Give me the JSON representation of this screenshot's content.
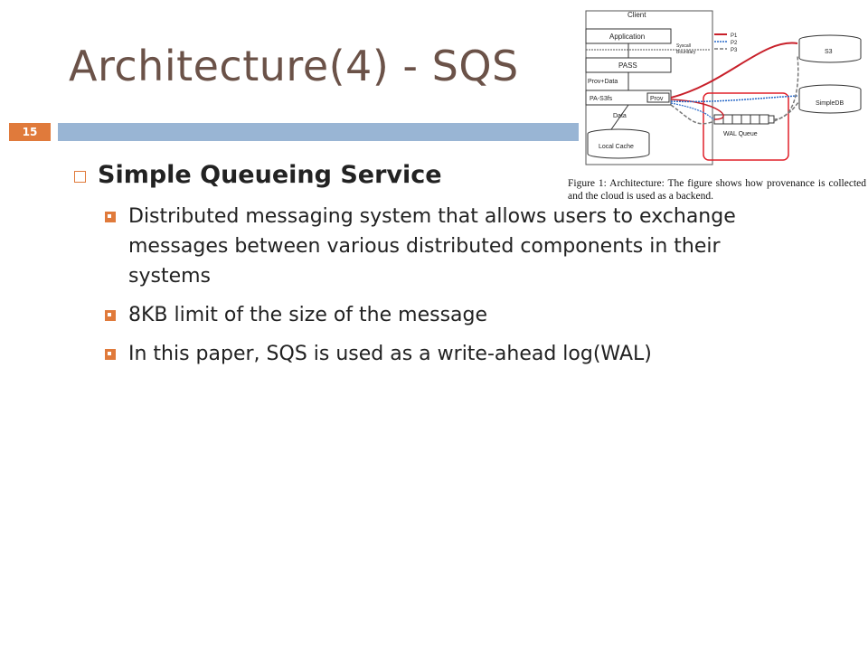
{
  "slide": {
    "title": "Architecture(4) - SQS",
    "number": "15",
    "accent_color": "#e07a3b",
    "bar_color": "#99b5d4",
    "title_color": "#6b5248"
  },
  "content": {
    "heading": "Simple Queueing Service",
    "bullets": [
      "Distributed messaging system that allows users to exchange messages between various distributed components in their systems",
      "8KB limit of the size of the message",
      "In this paper, SQS is used as a write-ahead log(WAL)"
    ]
  },
  "figure": {
    "client_label": "Client",
    "application": "Application",
    "syscall": "Syscall",
    "boundary": "Boundary",
    "pass": "PASS",
    "prov_data": "Prov+Data",
    "pa_s3fs": "PA-S3fs",
    "prov": "Prov",
    "data": "Data",
    "local_cache": "Local Cache",
    "s3": "S3",
    "simpledb": "SimpleDB",
    "wal_queue": "WAL Queue",
    "legend": [
      "P1",
      "P2",
      "P3"
    ],
    "caption": "Figure 1: Architecture: The figure shows how provenance is collected and the cloud is used as a backend."
  }
}
